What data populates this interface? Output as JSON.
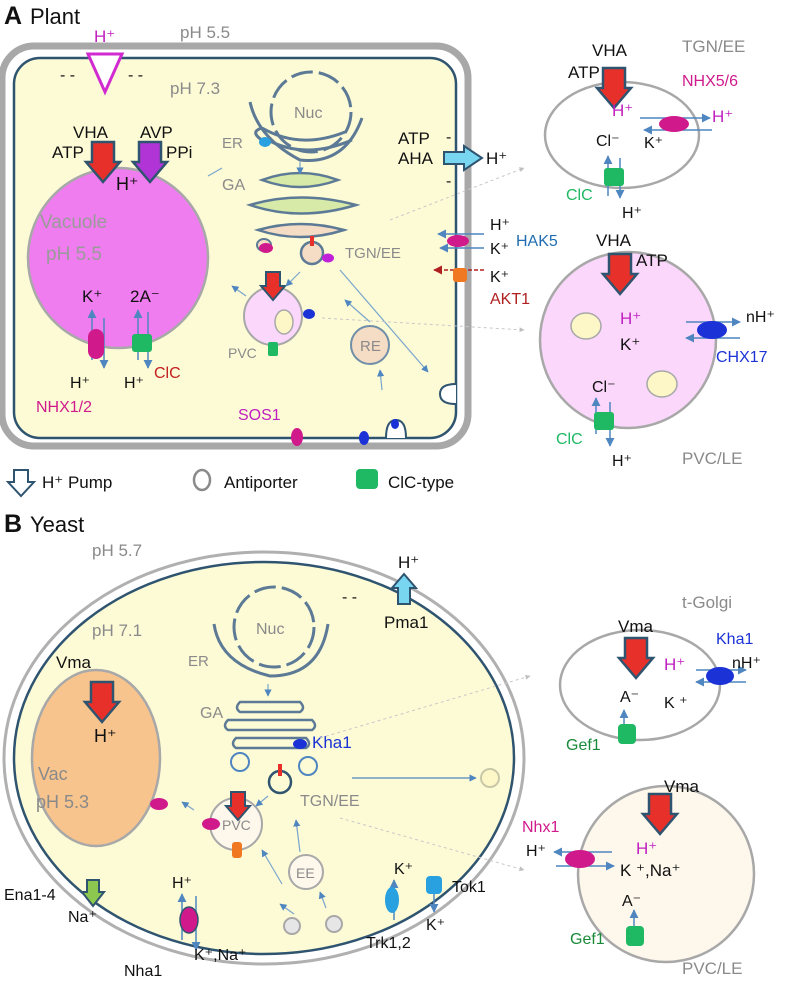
{
  "panel_a": {
    "letter": "A",
    "title": "Plant",
    "ph_outside": "pH 5.5",
    "ph_cytosol": "pH 7.3",
    "pm_h": "H⁺",
    "charges_top_left": "- -",
    "charges_top_right": "- -",
    "nuc": "Nuc",
    "er": "ER",
    "ga": "GA",
    "tgn": "TGN/EE",
    "pvc": "PVC",
    "re": "RE",
    "vha": "VHA",
    "atp": "ATP",
    "avp": "AVP",
    "ppi": "PPi",
    "vac_h": "H⁺",
    "vacuole": "Vacuole",
    "vac_ph": "pH 5.5",
    "vac_k": "K⁺",
    "vac_2a": "2A⁻",
    "nhx_h": "H⁺",
    "clc_h": "H⁺",
    "clc": "ClC",
    "nhx12": "NHX1/2",
    "sos1": "SOS1",
    "aha_atp": "ATP",
    "aha": "AHA",
    "aha_h": "H⁺",
    "pm_dash": "-",
    "hak_h": "H⁺",
    "hak_k": "K⁺",
    "hak5": "HAK5",
    "akt_k": "K⁺",
    "akt1": "AKT1",
    "tgn_inset": {
      "label": "TGN/EE",
      "atp": "ATP",
      "vha": "VHA",
      "nhx": "NHX5/6",
      "h_in": "H⁺",
      "h_out": "H⁺",
      "k": "K⁺",
      "cl": "Cl⁻",
      "h_bottom": "H⁺",
      "clc": "ClC"
    },
    "pvc_inset": {
      "label": "PVC/LE",
      "vha": "VHA",
      "atp": "ATP",
      "h": "H⁺",
      "k": "K⁺",
      "nh": "nH⁺",
      "chx": "CHX17",
      "cl": "Cl⁻",
      "clc": "ClC",
      "h_bottom": "H⁺"
    }
  },
  "legend": {
    "pump": "H⁺ Pump",
    "antiporter": "Antiporter",
    "clc": "ClC-type"
  },
  "panel_b": {
    "letter": "B",
    "title": "Yeast",
    "ph_outside": "pH 5.7",
    "ph_cytosol": "pH 7.1",
    "charges": "- -",
    "pma_h": "H⁺",
    "pma1": "Pma1",
    "nuc": "Nuc",
    "er": "ER",
    "ga": "GA",
    "kha1": "Kha1",
    "tgn": "TGN/EE",
    "pvc": "PVC",
    "ee": "EE",
    "vma": "Vma",
    "vac_h": "H⁺",
    "vac": "Vac",
    "vac_ph": "pH 5.3",
    "ena": "Ena1-4",
    "ena_na": "Na⁺",
    "nha_h": "H⁺",
    "nha_kna": "K⁺,Na⁺",
    "nha1": "Nha1",
    "trk_k": "K⁺",
    "trk": "Trk1,2",
    "tok1": "Tok1",
    "tok_k": "K⁺",
    "golgi_inset": {
      "label": "t-Golgi",
      "vma": "Vma",
      "kha1": "Kha1",
      "h": "H⁺",
      "nh": "nH⁺",
      "a": "A⁻",
      "k": "K ⁺",
      "gef1": "Gef1"
    },
    "pvc_inset": {
      "label": "PVC/LE",
      "vma": "Vma",
      "nhx1": "Nhx1",
      "h_out": "H⁺",
      "h_in": "H⁺",
      "kna": "K ⁺,Na⁺",
      "a": "A⁻",
      "gef1": "Gef1"
    }
  },
  "colors": {
    "cytosol": "#fdfbd6",
    "vacuole_plant": "#f07df0",
    "vacuole_yeast": "#f8c48e",
    "pvc_fill": "#fbd7fb",
    "pump_red": "#e8302a",
    "antiporter_magenta": "#d01a8c",
    "clc_green": "#1fb863",
    "chx_blue": "#1b33d6",
    "membrane_dark": "#2f5470",
    "arrow_blue": "#4f86c0"
  }
}
